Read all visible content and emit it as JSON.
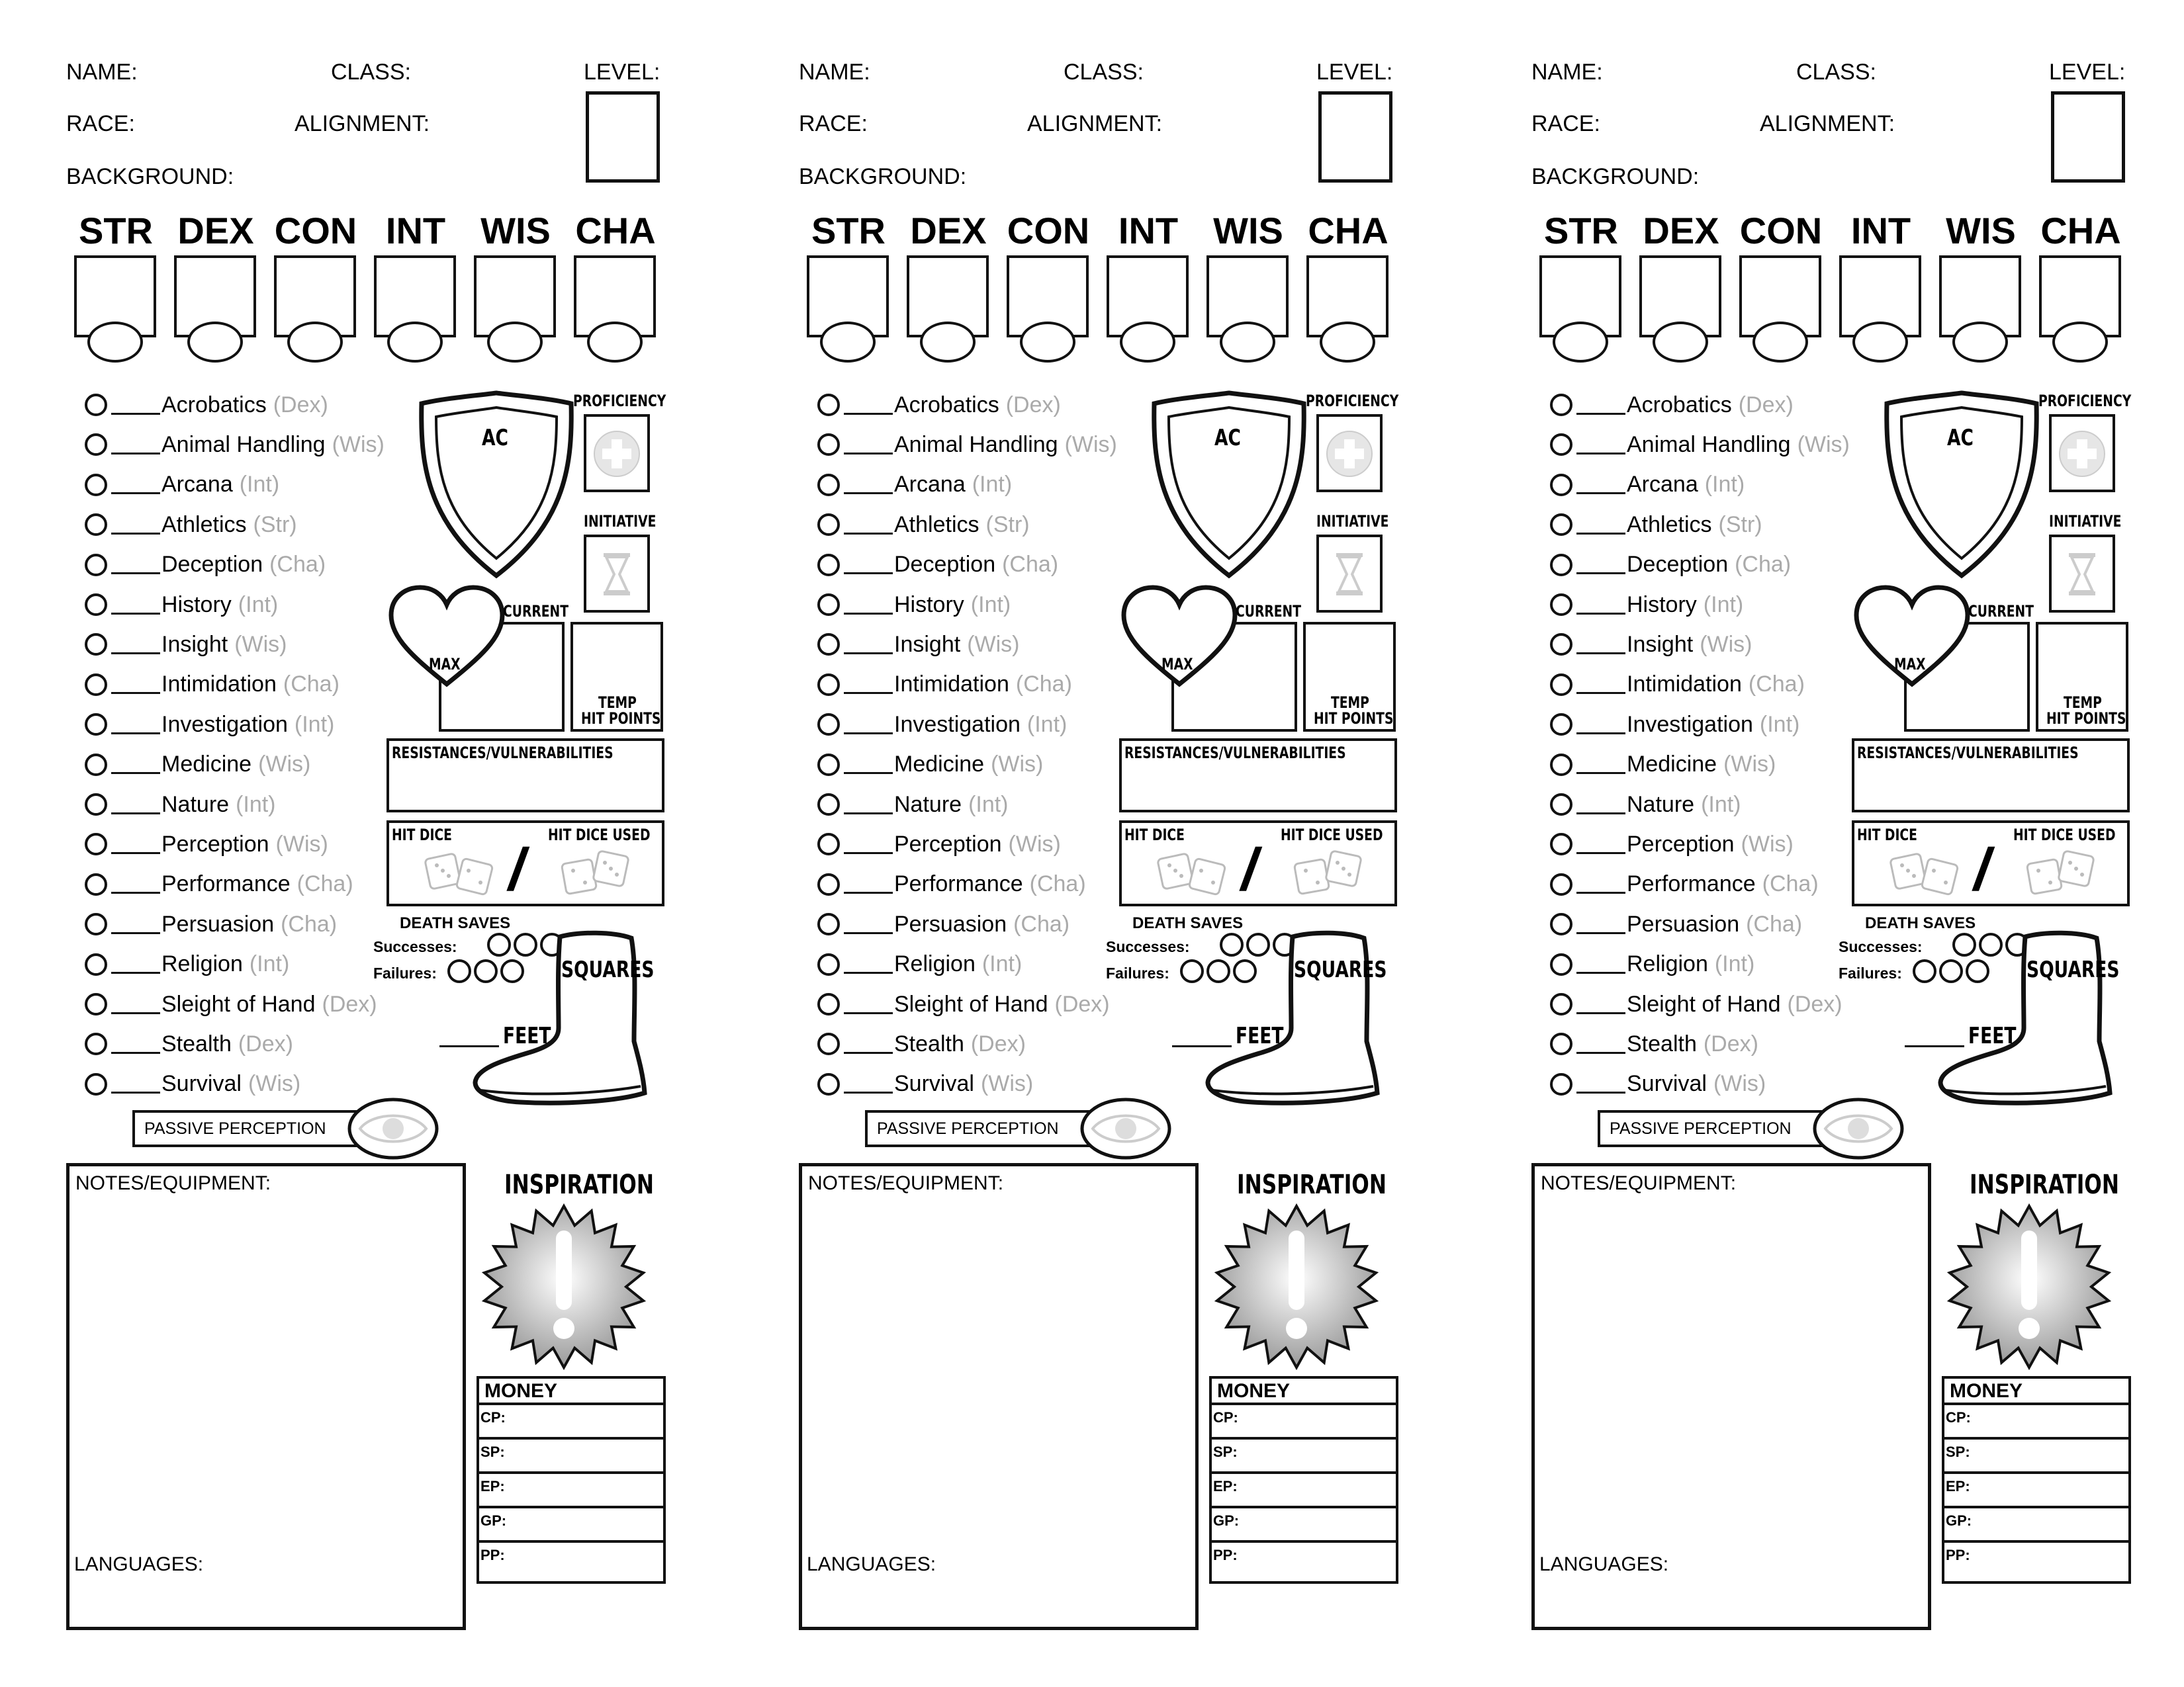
{
  "header": {
    "name_label": "NAME:",
    "class_label": "CLASS:",
    "level_label": "LEVEL:",
    "race_label": "RACE:",
    "alignment_label": "ALIGNMENT:",
    "background_label": "BACKGROUND:"
  },
  "stats": [
    "STR",
    "DEX",
    "CON",
    "INT",
    "WIS",
    "CHA"
  ],
  "skills": [
    {
      "name": "Acrobatics",
      "attr": "(Dex)"
    },
    {
      "name": "Animal Handling",
      "attr": "(Wis)"
    },
    {
      "name": "Arcana",
      "attr": "(Int)"
    },
    {
      "name": "Athletics",
      "attr": "(Str)"
    },
    {
      "name": "Deception",
      "attr": "(Cha)"
    },
    {
      "name": "History",
      "attr": "(Int)"
    },
    {
      "name": "Insight",
      "attr": "(Wis)"
    },
    {
      "name": "Intimidation",
      "attr": "(Cha)"
    },
    {
      "name": "Investigation",
      "attr": "(Int)"
    },
    {
      "name": "Medicine",
      "attr": "(Wis)"
    },
    {
      "name": "Nature",
      "attr": "(Int)"
    },
    {
      "name": "Perception",
      "attr": "(Wis)"
    },
    {
      "name": "Performance",
      "attr": "(Cha)"
    },
    {
      "name": "Persuasion",
      "attr": "(Cha)"
    },
    {
      "name": "Religion",
      "attr": "(Int)"
    },
    {
      "name": "Sleight of Hand",
      "attr": "(Dex)"
    },
    {
      "name": "Stealth",
      "attr": "(Dex)"
    },
    {
      "name": "Survival",
      "attr": "(Wis)"
    }
  ],
  "combat": {
    "ac": "AC",
    "proficiency": "PROFICIENCY",
    "initiative": "INITIATIVE",
    "current": "CURRENT",
    "max": "MAX",
    "temp_line1": "TEMP",
    "temp_line2": "HIT POINTS",
    "resistances": "RESISTANCES/VULNERABILITIES",
    "hit_dice": "HIT DICE",
    "hit_dice_used": "HIT DICE USED",
    "slash": "/",
    "death_saves": "DEATH SAVES",
    "successes": "Successes:",
    "failures": "Failures:",
    "squares": "SQUARES",
    "feet": "FEET",
    "passive_perception": "PASSIVE PERCEPTION"
  },
  "notes": {
    "notes_label": "NOTES/EQUIPMENT:",
    "languages_label": "LANGUAGES:",
    "inspiration": "INSPIRATION"
  },
  "money": {
    "title": "MONEY",
    "rows": [
      "CP:",
      "SP:",
      "EP:",
      "GP:",
      "PP:"
    ]
  },
  "sheet_count": 3
}
